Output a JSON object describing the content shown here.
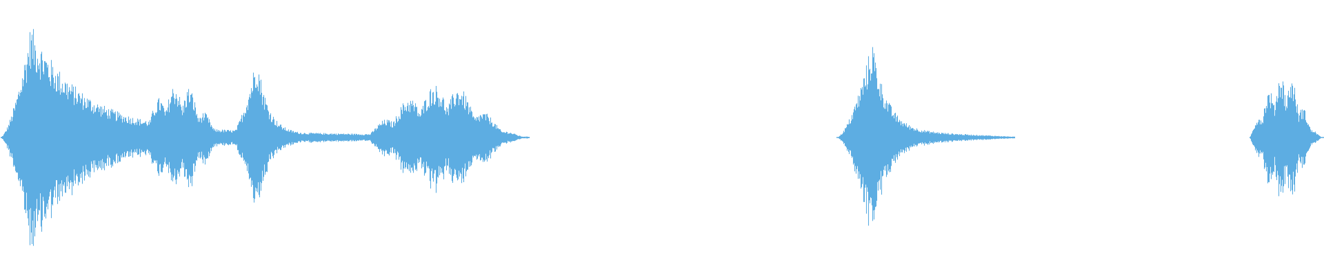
{
  "waveform": {
    "color": "#5dade2",
    "background": "#ffffff",
    "duration": 1,
    "bursts": [
      {
        "start": 0.0,
        "end": 0.4,
        "peak": 0.83,
        "peak_at": 0.023,
        "kind": "decay"
      },
      {
        "start": 0.1,
        "end": 0.175,
        "peak": 0.4,
        "peak_at": 0.118,
        "kind": "multi"
      },
      {
        "start": 0.173,
        "end": 0.272,
        "peak": 0.62,
        "peak_at": 0.194,
        "kind": "decay"
      },
      {
        "start": 0.276,
        "end": 0.4,
        "peak": 0.4,
        "peak_at": 0.3,
        "kind": "multi"
      },
      {
        "start": 0.632,
        "end": 0.767,
        "peak": 0.72,
        "peak_at": 0.659,
        "kind": "decay"
      },
      {
        "start": 0.944,
        "end": 1.0,
        "peak": 0.48,
        "peak_at": 0.972,
        "kind": "multi"
      }
    ]
  }
}
